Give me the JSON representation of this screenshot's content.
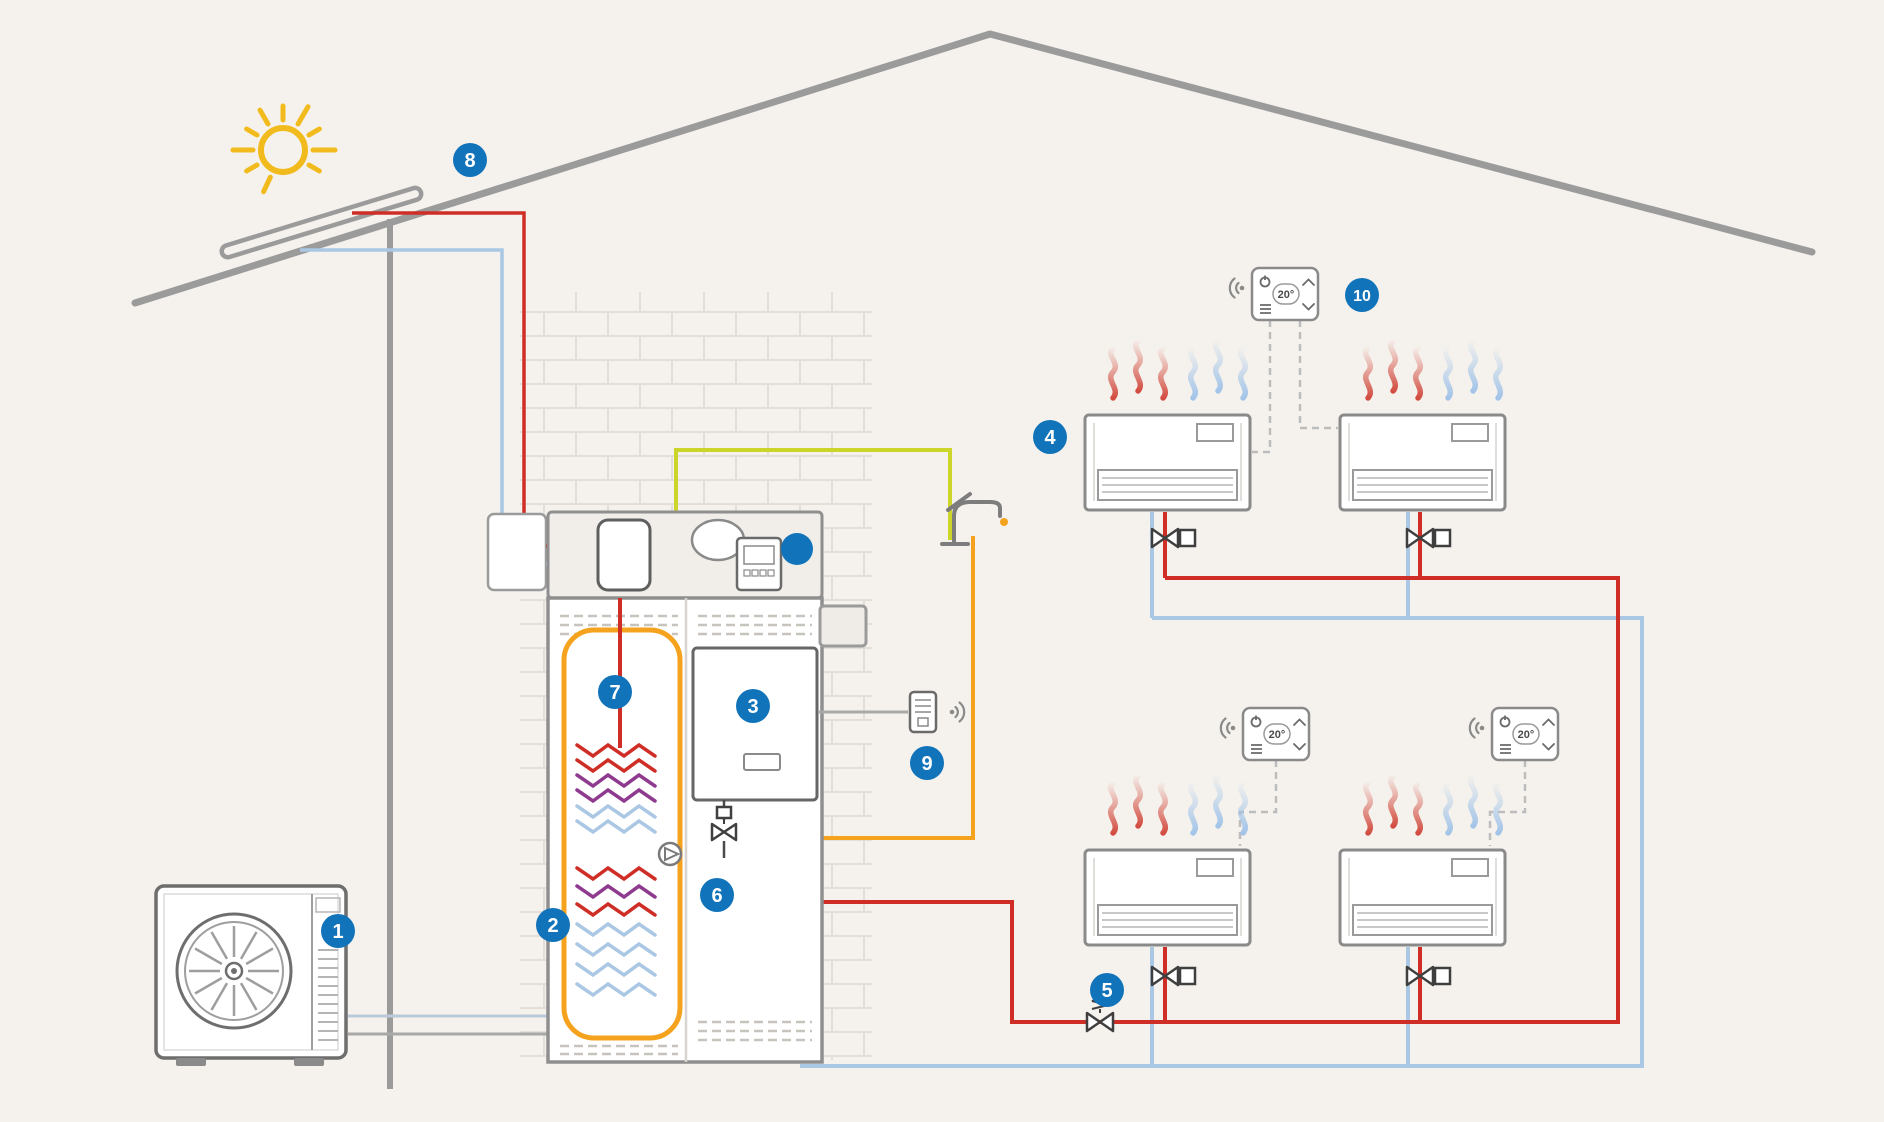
{
  "title_hint": "",
  "colors": {
    "background": "#f5f2ed",
    "badge_blue": "#1173b9",
    "outline_gray": "#9b9b9b",
    "pipe_red": "#cf2e26",
    "pipe_blue": "#aac7e4",
    "pipe_orange": "#f5a31e",
    "pipe_lime": "#ccd52a",
    "coil_purple": "#8e3a8e",
    "tank_orange": "#f5a31e",
    "sun_yellow": "#f2bb1d",
    "wave_red": "#d14538",
    "wave_blue": "#9fc2e8",
    "brick_line": "#e3dfd8"
  },
  "badges": [
    {
      "n": "1"
    },
    {
      "n": "2"
    },
    {
      "n": "3"
    },
    {
      "n": "4"
    },
    {
      "n": "5"
    },
    {
      "n": "6"
    },
    {
      "n": "7"
    },
    {
      "n": "8"
    },
    {
      "n": "9"
    },
    {
      "n": "10"
    }
  ],
  "thermostats": [
    {
      "temp": "20°"
    },
    {
      "temp": "20°"
    },
    {
      "temp": "20°"
    }
  ],
  "icons": {
    "sun-icon": "ring-with-rays",
    "solar-collector": "slanted-tube",
    "fan-icon": "radial-fan",
    "heat-waves-warm": "red-wavy-lines",
    "heat-waves-cool": "blue-wavy-lines",
    "wifi-icon": "signal-arcs-with-dot",
    "power-icon": "power-symbol",
    "chevron-up-icon": "^",
    "chevron-down-icon": "v",
    "menu-icon": "three-lines",
    "faucet-icon": "tap-with-orange-drop",
    "valve-icon": "bowtie-with-actuator",
    "spring-valve-icon": "bowtie-with-spring",
    "blue-indicator-dot": "filled-circle"
  }
}
